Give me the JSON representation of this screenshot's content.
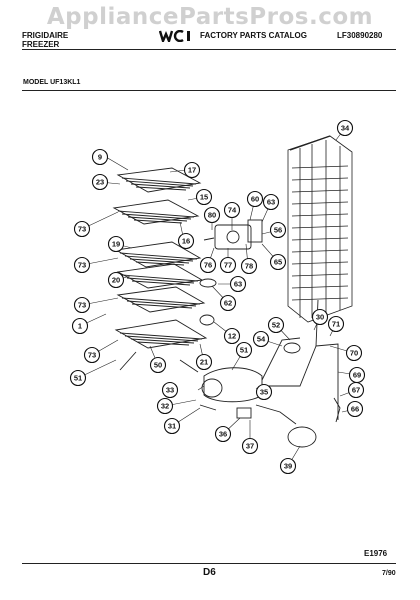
{
  "watermark": "AppliancePartsPros.com",
  "header": {
    "brand_line1": "FRIGIDAIRE",
    "brand_line2": "FREEZER",
    "logo_icon": "wci-logo-icon",
    "title": "FACTORY PARTS CATALOG",
    "catalog_code": "LF30890280"
  },
  "model_label": "MODEL UF13KL1",
  "callouts": [
    "9",
    "17",
    "23",
    "15",
    "73",
    "16",
    "19",
    "80",
    "74",
    "60",
    "63",
    "56",
    "76",
    "77",
    "78",
    "65",
    "20",
    "63",
    "73",
    "62",
    "73",
    "12",
    "1",
    "52",
    "30",
    "71",
    "54",
    "73",
    "21",
    "51",
    "70",
    "50",
    "51",
    "69",
    "33",
    "35",
    "67",
    "32",
    "66",
    "31",
    "36",
    "37",
    "39",
    "34"
  ],
  "figure_code": "E1976",
  "page_number": "D6",
  "date": "7/90",
  "colors": {
    "ink": "#111111",
    "paper": "#ffffff",
    "watermark": "#9a9a9a"
  }
}
